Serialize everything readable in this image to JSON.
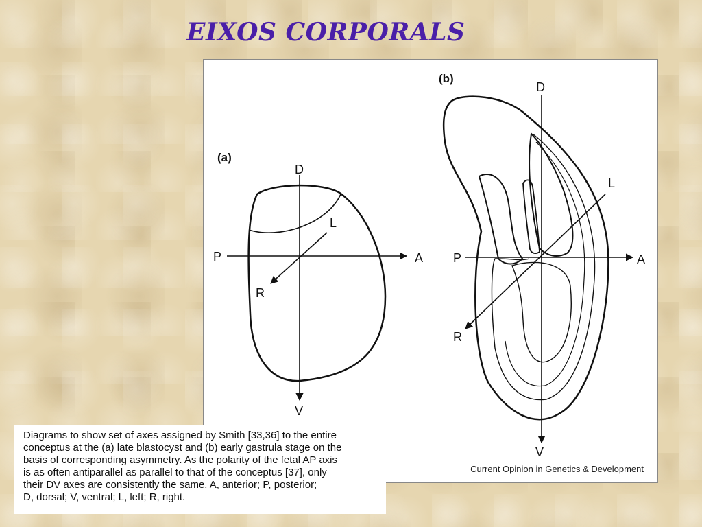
{
  "slide": {
    "title": "EIXOS CORPORALS"
  },
  "figure": {
    "panel_a": {
      "label": "(a)",
      "axes": {
        "dorsal": "D",
        "ventral": "V",
        "posterior": "P",
        "anterior": "A",
        "left": "L",
        "right": "R"
      }
    },
    "panel_b": {
      "label": "(b)",
      "axes": {
        "dorsal": "D",
        "ventral": "V",
        "posterior": "P",
        "anterior": "A",
        "left": "L",
        "right": "R"
      }
    },
    "credit": "Current Opinion in Genetics & Development"
  },
  "caption": {
    "lines": [
      "Diagrams to show set of axes assigned by Smith [33,36] to the entire",
      "conceptus at the (a) late blastocyst and (b) early gastrula stage on the",
      "basis of corresponding asymmetry. As the polarity of the fetal AP axis",
      "is as often antiparallel as parallel to that of the conceptus [37], only",
      "their DV axes are consistently the same. A, anterior; P, posterior;",
      "D, dorsal; V, ventral; L, left; R, right."
    ]
  }
}
